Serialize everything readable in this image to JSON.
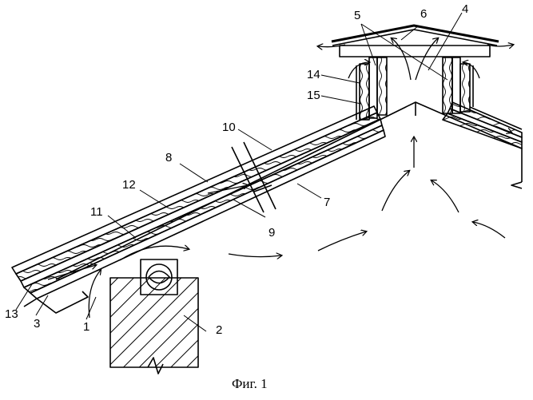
{
  "figure": {
    "caption": "Фиг. 1",
    "labels": {
      "l1": "1",
      "l2": "2",
      "l3": "3",
      "l4": "4",
      "l5": "5",
      "l6": "6",
      "l7": "7",
      "l8": "8",
      "l9": "9",
      "l10": "10",
      "l11": "11",
      "l12": "12",
      "l13": "13",
      "l14": "14",
      "l15": "15"
    }
  }
}
